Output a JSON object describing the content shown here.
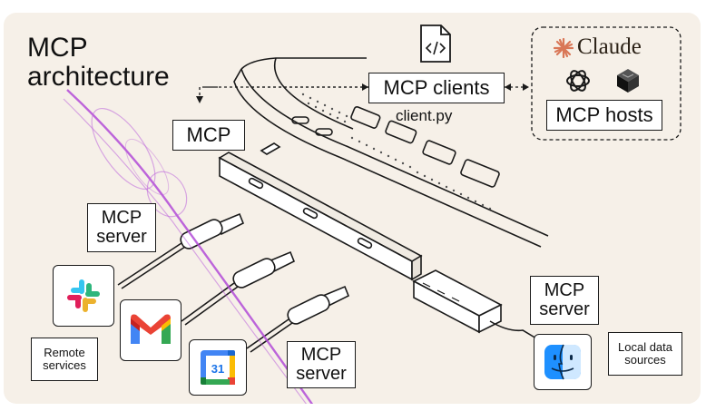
{
  "title_line1": "MCP",
  "title_line2": "architecture",
  "labels": {
    "mcp": "MCP",
    "mcp_clients": "MCP clients",
    "client_file": "client.py",
    "claude": "Claude",
    "mcp_hosts": "MCP hosts",
    "server_top": "MCP\nserver",
    "server_mid": "MCP\nserver",
    "server_right": "MCP\nserver",
    "remote_services": "Remote\nservices",
    "local_sources": "Local data\nsources",
    "calendar_day": "31"
  },
  "icons": [
    "code-file-icon",
    "claude-logo-icon",
    "openai-logo-icon",
    "cube-logo-icon",
    "slack-icon",
    "gmail-icon",
    "calendar-icon",
    "finder-icon"
  ],
  "colors": {
    "background": "#f6f0e8",
    "claude_orange": "#d97757",
    "overlay_purple": "#b34cd8"
  }
}
